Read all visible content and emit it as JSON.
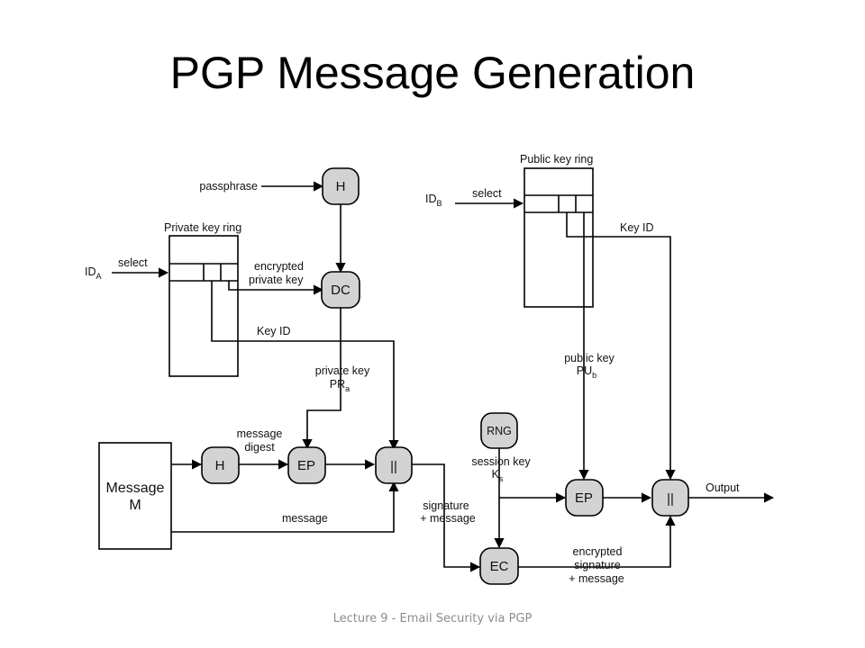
{
  "slide": {
    "title": "PGP Message Generation",
    "footer": "Lecture 9 - Email Security via PGP"
  },
  "diagram": {
    "nodes": {
      "hash_passphrase": "H",
      "decrypt": "DC",
      "hash_message": "H",
      "sign_encrypt": "EP",
      "concat_signature": "||",
      "rng": "RNG",
      "encrypt_session_key": "EP",
      "concat_output": "||",
      "encrypt_conventional": "EC"
    },
    "message_box": {
      "line1": "Message",
      "line2": "M"
    },
    "labels": {
      "passphrase": "passphrase",
      "private_key_ring": "Private key ring",
      "public_key_ring": "Public key ring",
      "id_a_main": "ID",
      "id_a_sub": "A",
      "id_b_main": "ID",
      "id_b_sub": "B",
      "select_a": "select",
      "select_b": "select",
      "encrypted_private_key_1": "encrypted",
      "encrypted_private_key_2": "private key",
      "key_id_a": "Key ID",
      "key_id_b": "Key ID",
      "private_key_1": "private key",
      "private_key_2_main": "PR",
      "private_key_2_sub": "a",
      "message_digest_1": "message",
      "message_digest_2": "digest",
      "message": "message",
      "signature_message_1": "signature",
      "signature_message_2": "+ message",
      "session_key_1": "session key",
      "session_key_2_main": "K",
      "session_key_2_sub": "s",
      "public_key_1": "public key",
      "public_key_2_main": "PU",
      "public_key_2_sub": "b",
      "encrypted_signature_1": "encrypted",
      "encrypted_signature_2": "signature",
      "encrypted_signature_3": "+ message",
      "output": "Output"
    }
  }
}
